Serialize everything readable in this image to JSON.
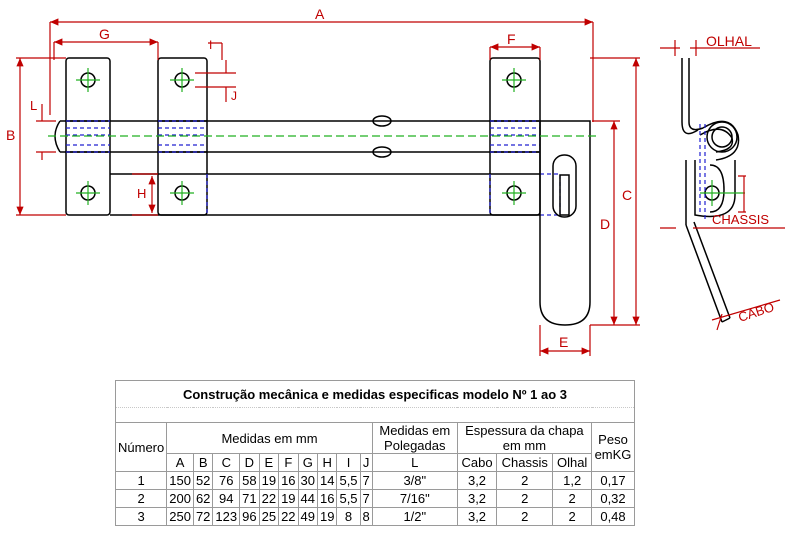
{
  "drawing": {
    "dimension_labels": {
      "a": "A",
      "g": "G",
      "f": "F",
      "b": "B",
      "l": "L",
      "h": "H",
      "i": "I",
      "j": "J",
      "c": "C",
      "d": "D",
      "e": "E"
    },
    "side_view_labels": {
      "olhal": "OLHAL",
      "chassis": "CHASSIS",
      "cabo": "CABO"
    },
    "colors": {
      "dimension": "#c00000",
      "outline": "#000000",
      "hidden": "#2020d0",
      "centerline": "#22b022"
    }
  },
  "table": {
    "title": "Construção mecânica e medidas  especificas modelo Nº  1 ao 3",
    "headers": {
      "numero": "Número",
      "medidas_mm": "Medidas em mm",
      "medidas_pol": "Medidas em Polegadas",
      "espessura": "Espessura da chapa em mm",
      "peso": "Peso emKG"
    },
    "subheaders": {
      "mm": [
        "A",
        "B",
        "C",
        "D",
        "E",
        "F",
        "G",
        "H",
        "I",
        "J"
      ],
      "pol": "L",
      "espessura": [
        "Cabo",
        "Chassis",
        "Olhal"
      ]
    },
    "rows": [
      [
        "1",
        "150",
        "52",
        "76",
        "58",
        "19",
        "16",
        "30",
        "14",
        "5,5",
        "7",
        "3/8\"",
        "3,2",
        "2",
        "1,2",
        "0,17"
      ],
      [
        "2",
        "200",
        "62",
        "94",
        "71",
        "22",
        "19",
        "44",
        "16",
        "5,5",
        "7",
        "7/16\"",
        "3,2",
        "2",
        "2",
        "0,32"
      ],
      [
        "3",
        "250",
        "72",
        "123",
        "96",
        "25",
        "22",
        "49",
        "19",
        "8",
        "8",
        "1/2\"",
        "3,2",
        "2",
        "2",
        "0,48"
      ]
    ]
  }
}
